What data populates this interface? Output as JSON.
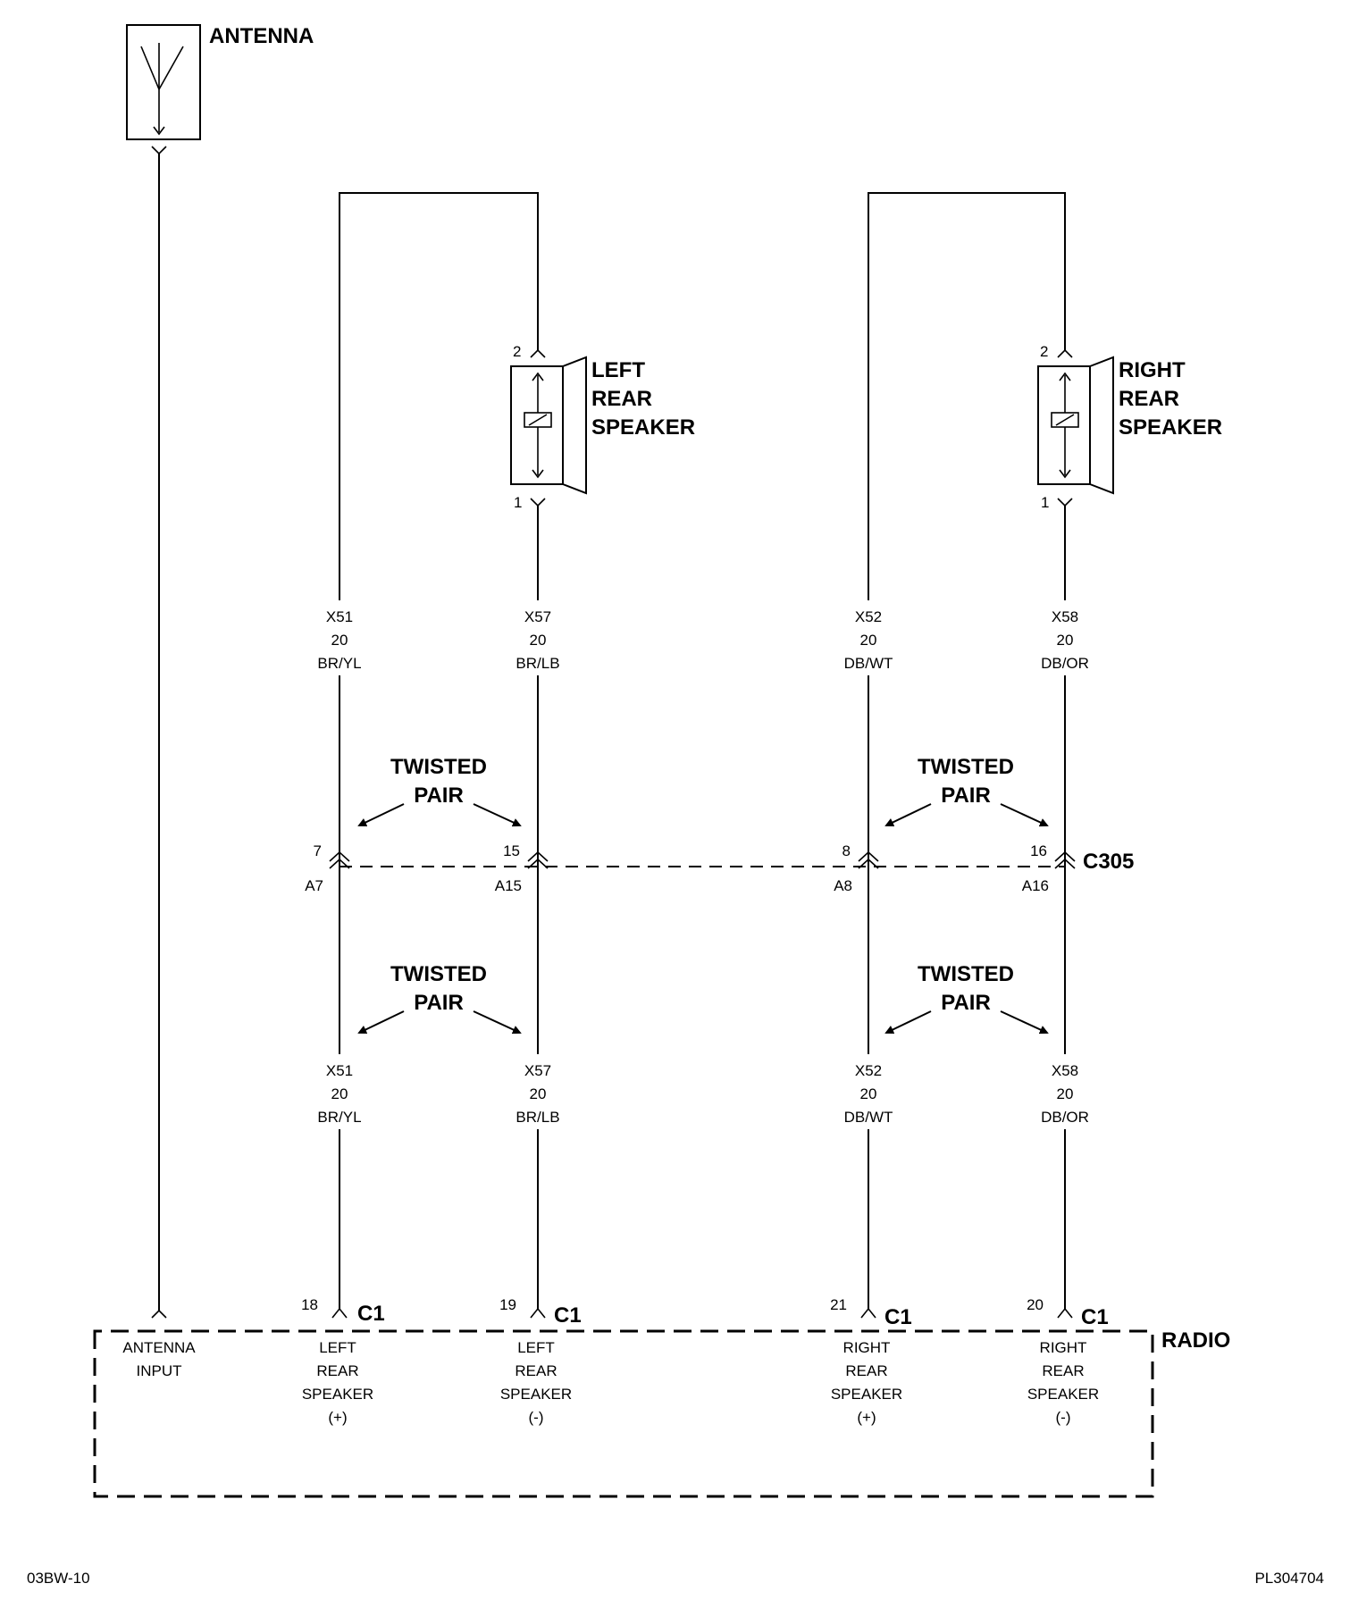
{
  "antenna": {
    "label": "ANTENNA"
  },
  "speakers": {
    "left": {
      "line1": "LEFT",
      "line2": "REAR",
      "line3": "SPEAKER",
      "pin_top": "2",
      "pin_bottom": "1"
    },
    "right": {
      "line1": "RIGHT",
      "line2": "REAR",
      "line3": "SPEAKER",
      "pin_top": "2",
      "pin_bottom": "1"
    }
  },
  "wires": [
    {
      "circuit": "X51",
      "gauge": "20",
      "color": "BR/YL"
    },
    {
      "circuit": "X57",
      "gauge": "20",
      "color": "BR/LB"
    },
    {
      "circuit": "X52",
      "gauge": "20",
      "color": "DB/WT"
    },
    {
      "circuit": "X58",
      "gauge": "20",
      "color": "DB/OR"
    }
  ],
  "twisted_pair": {
    "line1": "TWISTED",
    "line2": "PAIR"
  },
  "connector_c305": {
    "name": "C305",
    "pins": [
      "7",
      "15",
      "8",
      "16"
    ],
    "cavities": [
      "A7",
      "A15",
      "A8",
      "A16"
    ]
  },
  "radio": {
    "label": "RADIO",
    "connector": "C1",
    "pins": [
      "18",
      "19",
      "21",
      "20"
    ],
    "antenna_input": [
      "ANTENNA",
      "INPUT"
    ],
    "terminals": [
      [
        "LEFT",
        "REAR",
        "SPEAKER",
        "(+)"
      ],
      [
        "LEFT",
        "REAR",
        "SPEAKER",
        "(-)"
      ],
      [
        "RIGHT",
        "REAR",
        "SPEAKER",
        "(+)"
      ],
      [
        "RIGHT",
        "REAR",
        "SPEAKER",
        "(-)"
      ]
    ]
  },
  "footer": {
    "left_code": "03BW-10",
    "right_code": "PL304704"
  }
}
